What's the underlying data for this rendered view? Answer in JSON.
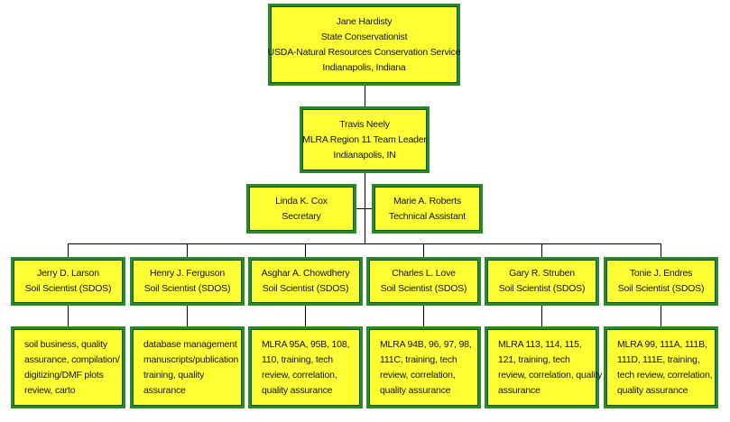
{
  "colors": {
    "box_fill": "#ffff33",
    "box_border": "#2a8a2a",
    "connector": "#000000"
  },
  "director": {
    "lines": [
      "Jane Hardisty",
      "State Conservationist",
      "USDA-Natural Resources Conservation Service",
      "Indianapolis, Indiana"
    ]
  },
  "team_leader": {
    "lines": [
      "Travis Neely",
      "MLRA Region 11 Team Leader",
      "Indianapolis, IN"
    ]
  },
  "staff": [
    {
      "lines": [
        "Linda K. Cox",
        "Secretary"
      ]
    },
    {
      "lines": [
        "Marie A. Roberts",
        "Technical Assistant"
      ]
    }
  ],
  "scientists": [
    {
      "lines": [
        "Jerry D. Larson",
        "Soil Scientist (SDOS)"
      ],
      "duties": [
        "soil business, quality",
        "assurance, compilation/",
        "digitizing/DMF plots",
        "review, carto"
      ]
    },
    {
      "lines": [
        "Henry J. Ferguson",
        "Soil Scientist (SDOS)"
      ],
      "duties": [
        "database management",
        "manuscripts/publication",
        "training, quality",
        "assurance"
      ]
    },
    {
      "lines": [
        "Asghar A. Chowdhery",
        "Soil Scientist (SDOS)"
      ],
      "duties": [
        "MLRA 95A, 95B, 108,",
        "110, training, tech",
        "review, correlation,",
        "quality assurance"
      ]
    },
    {
      "lines": [
        "Charles L. Love",
        "Soil Scientist (SDOS)"
      ],
      "duties": [
        "MLRA 94B, 96, 97, 98,",
        "111C, training, tech",
        "review, correlation,",
        "quality assurance"
      ]
    },
    {
      "lines": [
        "Gary R. Struben",
        "Soil Scientist (SDOS)"
      ],
      "duties": [
        "MLRA 113, 114, 115,",
        "121, training,  tech",
        "review, correlation,  quality",
        "assurance"
      ]
    },
    {
      "lines": [
        "Tonie J. Endres",
        "Soil Scientist (SDOS)"
      ],
      "duties": [
        "MLRA 99, 111A, 111B,",
        "111D, 111E, training,",
        "tech review, correlation,",
        "quality assurance"
      ]
    }
  ]
}
